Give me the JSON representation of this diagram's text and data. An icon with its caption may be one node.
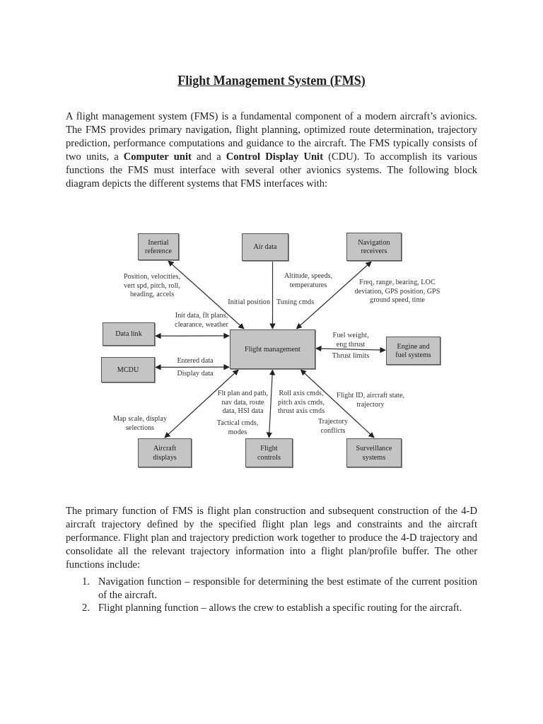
{
  "diagram": {
    "title": "Flight Management System (FMS)",
    "nodes": [
      {
        "text": [
          "Inertial reference"
        ]
      },
      {
        "text": [
          "Air data"
        ]
      },
      {
        "text": [
          "Navigation receivers"
        ]
      },
      {
        "text": [
          "Data link"
        ]
      },
      {
        "text": [
          "Flight management"
        ]
      },
      {
        "text": [
          "Engine and fuel systems"
        ]
      },
      {
        "text": [
          "MCDU"
        ]
      },
      {
        "text": [
          "Aircraft displays"
        ]
      },
      {
        "text": [
          "Flight controls"
        ]
      },
      {
        "text": [
          "Surveillance systems"
        ]
      }
    ],
    "edges": [
      {
        "from": 0,
        "to": 4,
        "arrow": "both"
      },
      {
        "from": 1,
        "to": 4,
        "arrow": "to"
      },
      {
        "from": 2,
        "to": 4,
        "arrow": "both"
      },
      {
        "from": 3,
        "to": 4,
        "arrow": "both"
      },
      {
        "from": 4,
        "to": 5,
        "arrow": "both"
      },
      {
        "from": 6,
        "to": 4,
        "arrow": "both"
      },
      {
        "from": 7,
        "to": 4,
        "arrow": "both"
      },
      {
        "from": 8,
        "to": 4,
        "arrow": "both"
      },
      {
        "from": 9,
        "to": 4,
        "arrow": "both"
      }
    ],
    "labels": [
      "A flight management system (FMS) is a fundamental component of a modern aircraft’s avionics. The FMS provides primary navigation, flight planning, optimized route determination, trajectory prediction, performance computations and guidance to the aircraft. The FMS typically consists of two units, a **Computer unit** and a **Control Display Unit** (CDU). To accomplish its various functions the FMS must interface with several other avionics systems. The following block diagram depicts the different systems that FMS interfaces with:",
      "Position, velocities, vert spd, pitch, roll, heading, accels",
      "Init data, flt plans, clearance, weather",
      "Initial position",
      "Altitude, speeds, temperatures",
      "Tuning cmds",
      "Freq, range, bearing, LOC deviation, GPS position, GPS ground speed, time",
      "Fuel weight, eng thrust",
      "Thrust limits",
      "Entered data",
      "Display data",
      "Flt plan and path, nav data, route data, HSI data",
      "Roll axis cmds, pitch axis cmds, thrust axis cmds",
      "Flight ID, aircraft state, trajectory",
      "Map scale, display selections",
      "Tactical cmds, modes",
      "Trajectory conflicts",
      "The primary function of FMS is flight plan construction and subsequent construction of the 4-D aircraft trajectory defined by the specified flight plan legs and constraints and the aircraft performance. Flight plan and trajectory prediction work together to produce the 4-D trajectory and consolidate all the relevant trajectory information into a flight plan/profile buffer. The other functions include:",
      "1.",
      "Navigation function – responsible for determining the best estimate of the current position of the aircraft.",
      "2.",
      "Flight planning function – allows the crew to establish a specific routing for the aircraft."
    ]
  }
}
